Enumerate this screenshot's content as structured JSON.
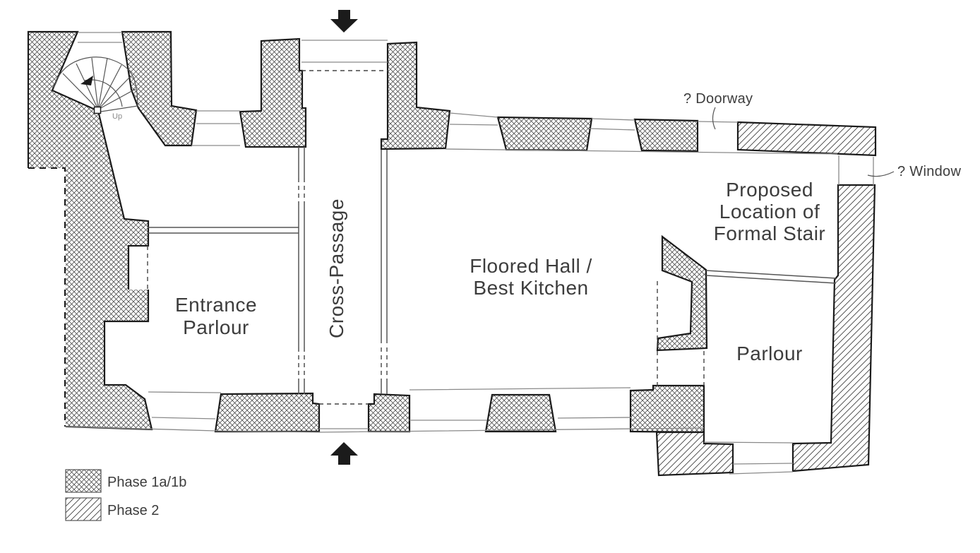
{
  "drawing": {
    "rooms": {
      "cross_passage": "Cross-Passage",
      "entrance_parlour_line1": "Entrance",
      "entrance_parlour_line2": "Parlour",
      "hall_line1": "Floored Hall /",
      "hall_line2": "Best Kitchen",
      "stair_line1": "Proposed",
      "stair_line2": "Location of",
      "stair_line3": "Formal Stair",
      "parlour": "Parlour"
    },
    "annotations": {
      "doorway": "? Doorway",
      "window": "? Window",
      "up": "Up"
    },
    "legend": {
      "phase1": "Phase 1a/1b",
      "phase2": "Phase 2"
    },
    "colors": {
      "line": "#1b1b1b",
      "text": "#3d3d3d",
      "hatch": "#3c3c3c",
      "background": "#ffffff"
    }
  }
}
